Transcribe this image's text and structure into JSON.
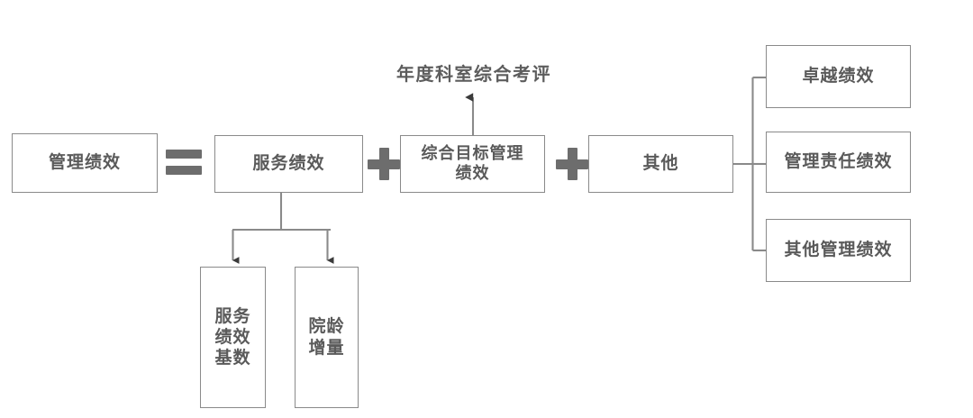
{
  "diagram": {
    "title_annotation": "年度科室综合考评",
    "colors": {
      "box_border": "#8a8a8a",
      "text": "#5a5a5a",
      "operator": "#6d6d6d",
      "connector": "#8a8a8a",
      "background": "#ffffff"
    },
    "operators": {
      "equals": "=",
      "plus_1": "+",
      "plus_2": "+"
    },
    "nodes": {
      "management_performance": "管理绩效",
      "service_performance": "服务绩效",
      "comprehensive_target": "综合目标管理\n绩效",
      "other": "其他",
      "excellence_performance": "卓越绩效",
      "management_responsibility": "管理责任绩效",
      "other_management": "其他管理绩效",
      "service_base": "服务\n绩效\n基数",
      "seniority_increment": "院龄\n增量"
    },
    "relations": [
      {
        "from": "管理绩效",
        "operator": "=",
        "to": "服务绩效"
      },
      {
        "from": "服务绩效",
        "operator": "+",
        "to": "综合目标管理绩效"
      },
      {
        "from": "综合目标管理绩效",
        "operator": "+",
        "to": "其他"
      },
      {
        "from": "服务绩效",
        "operator": "branch",
        "to": "服务绩效基数"
      },
      {
        "from": "服务绩效",
        "operator": "branch",
        "to": "院龄增量"
      },
      {
        "from": "其他",
        "operator": "bracket",
        "to": "卓越绩效"
      },
      {
        "from": "其他",
        "operator": "bracket",
        "to": "管理责任绩效"
      },
      {
        "from": "其他",
        "operator": "bracket",
        "to": "其他管理绩效"
      },
      {
        "from": "综合目标管理绩效",
        "operator": "arrow-up",
        "to": "年度科室综合考评"
      }
    ]
  }
}
